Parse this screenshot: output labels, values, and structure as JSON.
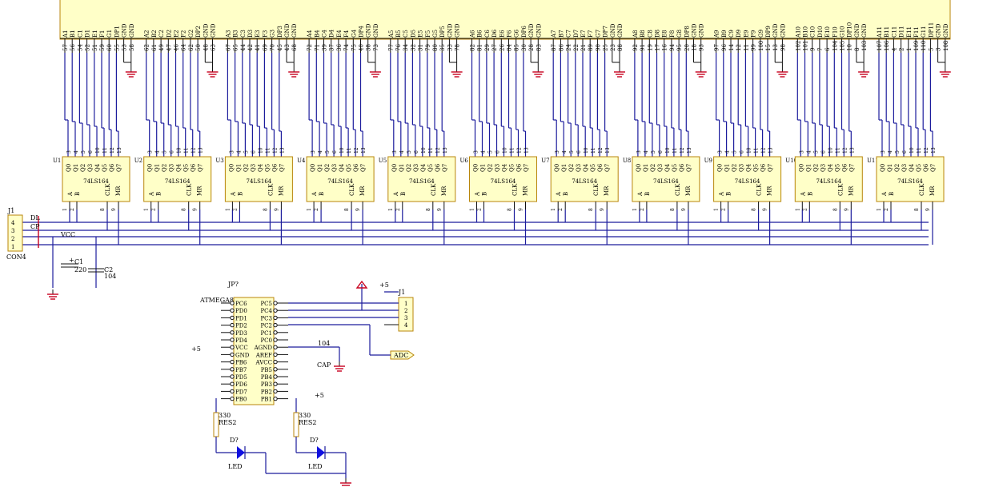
{
  "display": {
    "pin_groups": [
      {
        "signals": [
          "A1",
          "B1",
          "C1",
          "D1",
          "E1",
          "F1",
          "G1",
          "DP1",
          "GND",
          "GND"
        ],
        "pins": [
          "57",
          "56",
          "54",
          "52",
          "51",
          "59",
          "60",
          "55",
          "53",
          "58"
        ]
      },
      {
        "signals": [
          "A2",
          "B2",
          "C2",
          "D2",
          "E2",
          "F2",
          "G2",
          "DP2",
          "GND",
          "GND"
        ],
        "pins": [
          "62",
          "61",
          "49",
          "47",
          "46",
          "64",
          "62",
          "50",
          "48",
          "63"
        ]
      },
      {
        "signals": [
          "A3",
          "B3",
          "C3",
          "D3",
          "E3",
          "F3",
          "G3",
          "DP3",
          "GND",
          "GND"
        ],
        "pins": [
          "67",
          "65",
          "44",
          "42",
          "41",
          "69",
          "70",
          "45",
          "43",
          "68"
        ]
      },
      {
        "signals": [
          "A4",
          "B4",
          "C4",
          "D4",
          "E4",
          "F4",
          "G4",
          "DP4",
          "GND",
          "GND"
        ],
        "pins": [
          "72",
          "71",
          "39",
          "37",
          "36",
          "74",
          "75",
          "40",
          "38",
          "73"
        ]
      },
      {
        "signals": [
          "A5",
          "B5",
          "C5",
          "D5",
          "E5",
          "F5",
          "G5",
          "DP5",
          "GND",
          "GND"
        ],
        "pins": [
          "77",
          "76",
          "34",
          "32",
          "31",
          "79",
          "80",
          "35",
          "33",
          "78"
        ]
      },
      {
        "signals": [
          "A6",
          "B6",
          "C6",
          "D6",
          "E6",
          "F6",
          "G6",
          "DP6",
          "GND",
          "GND"
        ],
        "pins": [
          "82",
          "81",
          "29",
          "27",
          "26",
          "84",
          "85",
          "30",
          "28",
          "83"
        ]
      },
      {
        "signals": [
          "A7",
          "B7",
          "C7",
          "D7",
          "E7",
          "F7",
          "G7",
          "DP7",
          "GND",
          "GND"
        ],
        "pins": [
          "87",
          "86",
          "24",
          "22",
          "21",
          "89",
          "90",
          "25",
          "23",
          "88"
        ]
      },
      {
        "signals": [
          "A8",
          "B8",
          "C8",
          "D8",
          "E8",
          "F8",
          "G8",
          "DP8",
          "GND",
          "GND"
        ],
        "pins": [
          "92",
          "91",
          "19",
          "17",
          "16",
          "94",
          "95",
          "20",
          "18",
          "93"
        ]
      },
      {
        "signals": [
          "A9",
          "B9",
          "C9",
          "D9",
          "E9",
          "F9",
          "G9",
          "DP9",
          "GND",
          "GND"
        ],
        "pins": [
          "97",
          "96",
          "14",
          "12",
          "11",
          "99",
          "100",
          "15",
          "13",
          "98"
        ]
      },
      {
        "signals": [
          "A10",
          "B10",
          "C10",
          "D10",
          "E10",
          "F10",
          "G10",
          "DP10",
          "GND",
          "GND"
        ],
        "pins": [
          "102",
          "101",
          "9",
          "7",
          "6",
          "104",
          "105",
          "10",
          "8",
          "103"
        ]
      },
      {
        "signals": [
          "A11",
          "B11",
          "C11",
          "D11",
          "E11",
          "F11",
          "G11",
          "DP11",
          "GND",
          "GND"
        ],
        "pins": [
          "107",
          "106",
          "4",
          "2",
          "1",
          "109",
          "110",
          "5",
          "3",
          "108"
        ]
      }
    ]
  },
  "shift_registers": {
    "part": "74LS164",
    "refs": [
      "U1",
      "U2",
      "U3",
      "U4",
      "U5",
      "U6",
      "U7",
      "U8",
      "U9",
      "U10",
      "U11"
    ],
    "outputs": [
      "Q0",
      "Q1",
      "Q2",
      "Q3",
      "Q4",
      "Q5",
      "Q6",
      "Q7"
    ],
    "output_pins": [
      "3",
      "4",
      "5",
      "6",
      "10",
      "11",
      "12",
      "13"
    ],
    "inputs": [
      "A",
      "B",
      "CLK",
      "MR"
    ],
    "input_pins": [
      "1",
      "2",
      "8",
      "9"
    ]
  },
  "connector_j1_top": {
    "ref": "J1",
    "part": "CON4",
    "pins": [
      "4",
      "3",
      "2",
      "1"
    ],
    "net_labels": [
      "DL",
      "CP"
    ],
    "vcc_label": "VCC"
  },
  "capacitors": [
    {
      "ref": "C1",
      "value": "220",
      "sign": "+"
    },
    {
      "ref": "C2",
      "value": "104"
    }
  ],
  "mcu": {
    "ref": "JP?",
    "part": "ATMEGA8L",
    "left_pins": [
      "PC6",
      "PD0",
      "PD1",
      "PD2",
      "PD3",
      "PD4",
      "VCC",
      "GND",
      "PB6",
      "PB7",
      "PD5",
      "PD6",
      "PD7",
      "PB0"
    ],
    "right_pins": [
      "PC5",
      "PC4",
      "PC3",
      "PC2",
      "PC1",
      "PC0",
      "AGND",
      "AREF",
      "AVCC",
      "PB5",
      "PB4",
      "PB3",
      "PB2",
      "PB1"
    ]
  },
  "connector_j1_bottom": {
    "ref": "J1",
    "pins": [
      "1",
      "2",
      "3",
      "4"
    ]
  },
  "power_labels": {
    "plus5": "+5"
  },
  "adc_label": "ADC",
  "cap_bottom": {
    "value": "104",
    "label": "CAP"
  },
  "resistors": [
    {
      "value": "330",
      "label": "RES2"
    },
    {
      "value": "330",
      "label": "RES2"
    }
  ],
  "leds": [
    {
      "ref": "D?",
      "label": "LED"
    },
    {
      "ref": "D?",
      "label": "LED"
    }
  ],
  "colors": {
    "wire": "#1c1c9c",
    "chip_fill": "#ffffc8",
    "chip_border": "#b8860b",
    "bus": "#c8001e",
    "led": "#1010e0"
  }
}
